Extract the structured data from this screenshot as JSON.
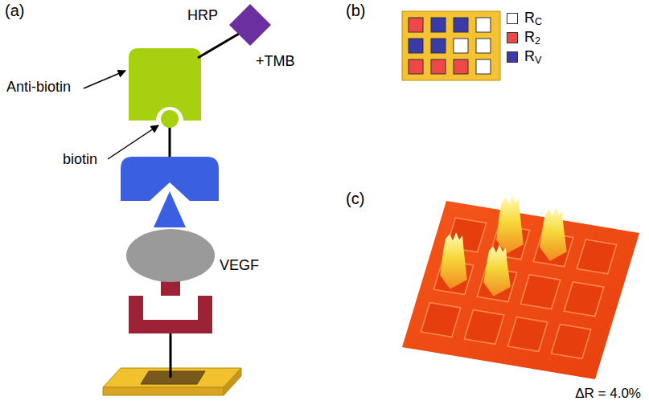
{
  "diagram": {
    "nodes": [
      {
        "text": [
          "HRP"
        ]
      },
      {
        "text": [
          "VEGF"
        ]
      }
    ],
    "labels": [
      "(a)",
      "+TMB",
      "Anti-biotin",
      "biotin",
      "(b)",
      "(c)",
      "ΔR = 4.0%"
    ],
    "legend": [
      {
        "text": "RC",
        "color": "#ffffff"
      },
      {
        "text": "R2",
        "color": "#f04848"
      },
      {
        "text": "RV",
        "color": "#3a3aa8"
      }
    ]
  }
}
